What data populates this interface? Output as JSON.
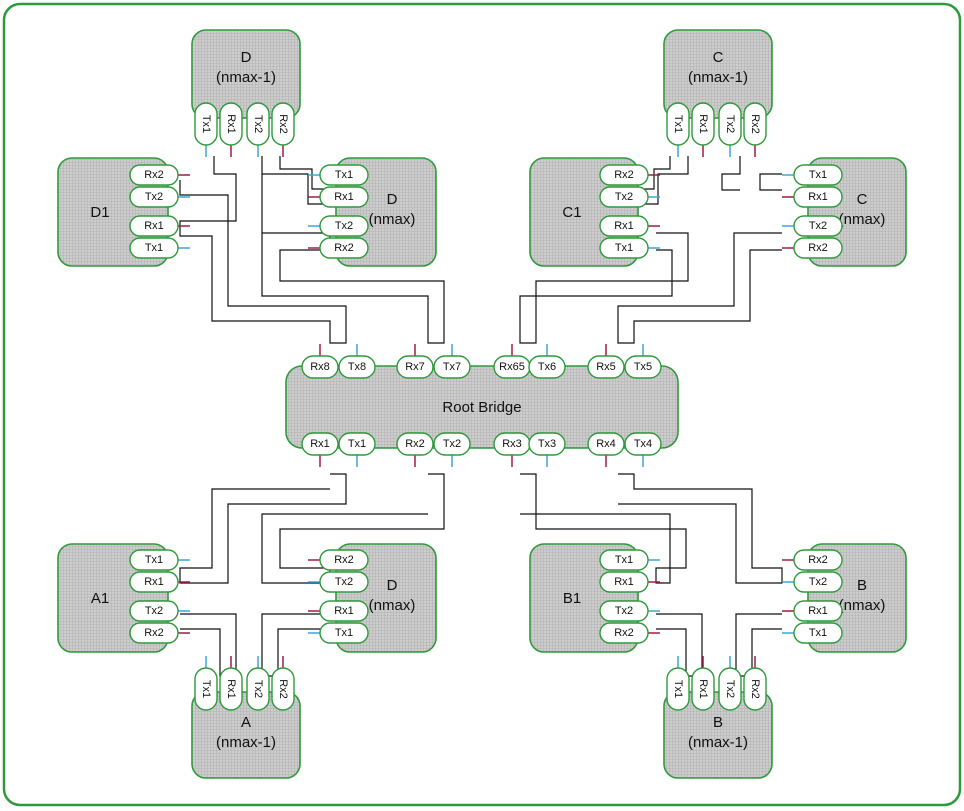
{
  "colors": {
    "frame": "#2e9a3b",
    "node_fill": "#c8c8c8",
    "rx_wire": "#a01a49",
    "tx_wire": "#3aa7d8",
    "cable": "#111111"
  },
  "root_bridge": {
    "label": "Root Bridge",
    "top_ports": [
      "Rx8",
      "Tx8",
      "Rx7",
      "Tx7",
      "Rx65",
      "Tx6",
      "Rx5",
      "Tx5"
    ],
    "bottom_ports": [
      "Rx1",
      "Tx1",
      "Rx2",
      "Tx2",
      "Rx3",
      "Tx3",
      "Rx4",
      "Tx4"
    ]
  },
  "nodes": {
    "d_nmax_1": {
      "line1": "D",
      "line2": "(nmax-1)",
      "ports": [
        "Tx1",
        "Rx1",
        "Tx2",
        "Rx2"
      ]
    },
    "c_nmax_1": {
      "line1": "C",
      "line2": "(nmax-1)",
      "ports": [
        "Tx1",
        "Rx1",
        "Tx2",
        "Rx2"
      ]
    },
    "d1": {
      "line1": "D1",
      "line2": "",
      "ports": [
        "Rx2",
        "Tx2",
        "Rx1",
        "Tx1"
      ]
    },
    "d_nmax": {
      "line1": "D",
      "line2": "(nmax)",
      "ports": [
        "Tx1",
        "Rx1",
        "Tx2",
        "Rx2"
      ]
    },
    "c1": {
      "line1": "C1",
      "line2": "",
      "ports": [
        "Rx2",
        "Tx2",
        "Rx1",
        "Tx1"
      ]
    },
    "c_nmax": {
      "line1": "C",
      "line2": "(nmax)",
      "ports": [
        "Tx1",
        "Rx1",
        "Tx2",
        "Rx2"
      ]
    },
    "a1": {
      "line1": "A1",
      "line2": "",
      "ports": [
        "Tx1",
        "Rx1",
        "Tx2",
        "Rx2"
      ]
    },
    "d_nmax_bottom": {
      "line1": "D",
      "line2": "(nmax)",
      "ports": [
        "Rx2",
        "Tx2",
        "Rx1",
        "Tx1"
      ]
    },
    "b1": {
      "line1": "B1",
      "line2": "",
      "ports": [
        "Tx1",
        "Rx1",
        "Tx2",
        "Rx2"
      ]
    },
    "b_nmax": {
      "line1": "B",
      "line2": "(nmax)",
      "ports": [
        "Rx2",
        "Tx2",
        "Rx1",
        "Tx1"
      ]
    },
    "a_nmax_1": {
      "line1": "A",
      "line2": "(nmax-1)",
      "ports": [
        "Tx1",
        "Rx1",
        "Tx2",
        "Rx2"
      ]
    },
    "b_nmax_1": {
      "line1": "B",
      "line2": "(nmax-1)",
      "ports": [
        "Tx1",
        "Rx1",
        "Tx2",
        "Rx2"
      ]
    }
  }
}
